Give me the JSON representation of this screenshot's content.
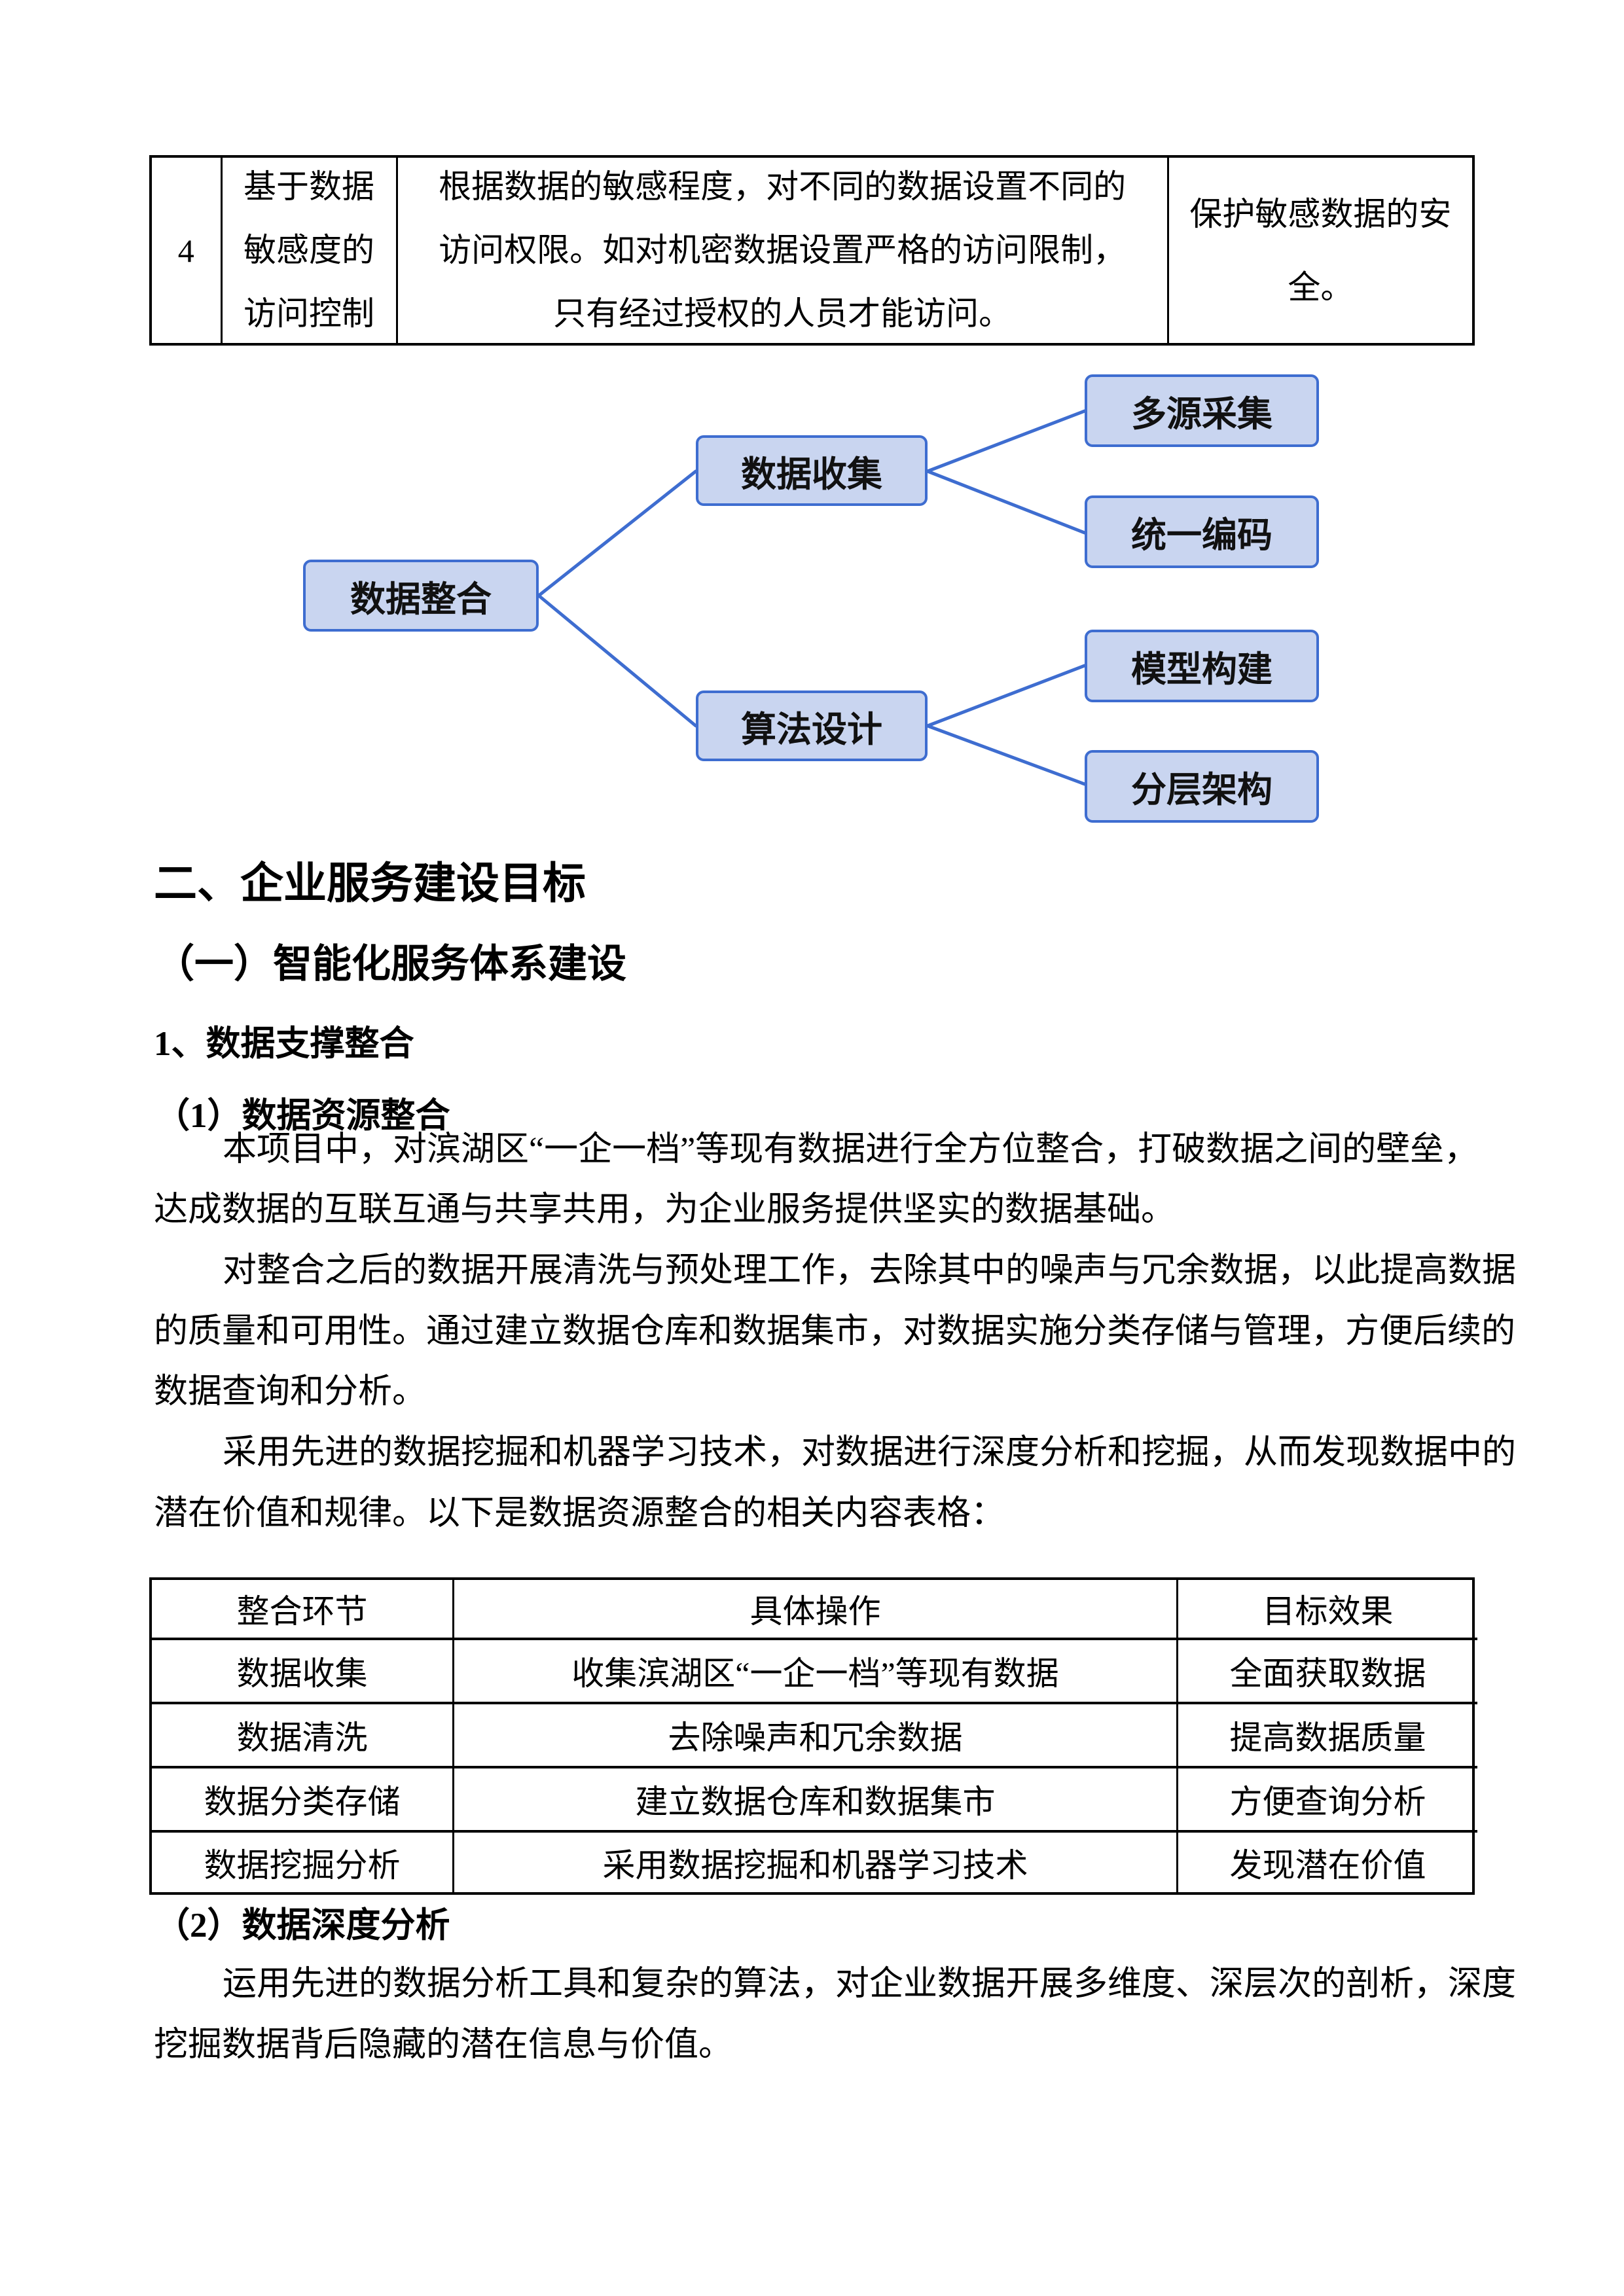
{
  "top_table": {
    "row_no": "4",
    "name_lines": [
      "基于数据",
      "敏感度的",
      "访问控制"
    ],
    "desc_lines": [
      "根据数据的敏感程度，对不同的数据设置不同的",
      "访问权限。如对机密数据设置严格的访问限制，",
      "只有经过授权的人员才能访问。"
    ],
    "effect_lines": [
      "保护敏感数据的安",
      "全。"
    ]
  },
  "diagram": {
    "accent": "#3E6DD0",
    "box_fill": "#C9D5F0",
    "nodes": {
      "root": "数据整合",
      "collect": "数据收集",
      "algo": "算法设计",
      "multi": "多源采集",
      "encode": "统一编码",
      "model": "模型构建",
      "layer": "分层架构"
    }
  },
  "headings": {
    "h1": "二、企业服务建设目标",
    "h2": "（一）智能化服务体系建设",
    "h3": "1、数据支撑整合",
    "h4": "（1）数据资源整合",
    "h5": "（2）数据深度分析"
  },
  "paragraphs": {
    "p1": [
      "本项目中，对滨湖区“一企一档”等现有数据进行全方位整合，打破数据之间的壁垒，",
      "达成数据的互联互通与共享共用，为企业服务提供坚实的数据基础。"
    ],
    "p2": [
      "对整合之后的数据开展清洗与预处理工作，去除其中的噪声与冗余数据，以此提高数据",
      "的质量和可用性。通过建立数据仓库和数据集市，对数据实施分类存储与管理，方便后续的",
      "数据查询和分析。"
    ],
    "p3": [
      "采用先进的数据挖掘和机器学习技术，对数据进行深度分析和挖掘，从而发现数据中的",
      "潜在价值和规律。以下是数据资源整合的相关内容表格："
    ],
    "p4": [
      "运用先进的数据分析工具和复杂的算法，对企业数据开展多维度、深层次的剖析，深度",
      "挖掘数据背后隐藏的潜在信息与价值。"
    ]
  },
  "data_table": {
    "headers": [
      "整合环节",
      "具体操作",
      "目标效果"
    ],
    "rows": [
      [
        "数据收集",
        "收集滨湖区“一企一档”等现有数据",
        "全面获取数据"
      ],
      [
        "数据清洗",
        "去除噪声和冗余数据",
        "提高数据质量"
      ],
      [
        "数据分类存储",
        "建立数据仓库和数据集市",
        "方便查询分析"
      ],
      [
        "数据挖掘分析",
        "采用数据挖掘和机器学习技术",
        "发现潜在价值"
      ]
    ]
  }
}
